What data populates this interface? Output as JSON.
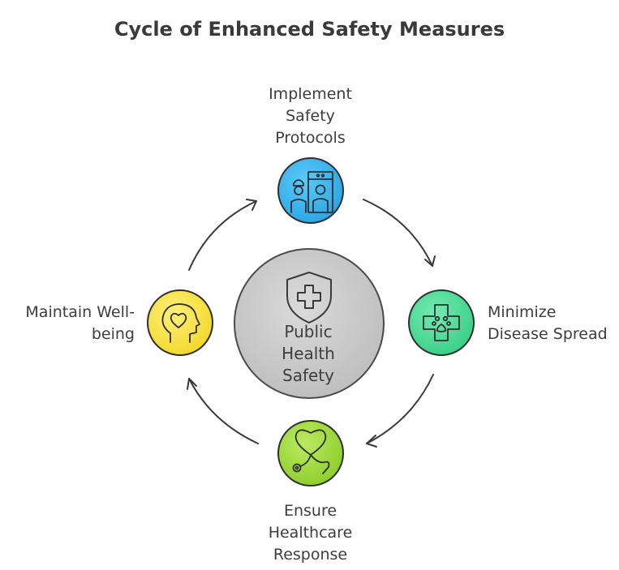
{
  "title": "Cycle of Enhanced Safety Measures",
  "center": {
    "lines": [
      "Public",
      "Health",
      "Safety"
    ],
    "icon": "shield-cross-icon"
  },
  "nodes": [
    {
      "id": "implement",
      "lines": [
        "Implement",
        "Safety",
        "Protocols"
      ],
      "icon": "security-checkpoint-icon",
      "color": "#3fb5ee"
    },
    {
      "id": "minimize",
      "lines": [
        "Minimize",
        "Disease Spread"
      ],
      "icon": "medical-cross-paw-icon",
      "color": "#4fdc98"
    },
    {
      "id": "ensure",
      "lines": [
        "Ensure",
        "Healthcare",
        "Response"
      ],
      "icon": "heart-stethoscope-icon",
      "color": "#a4dd42"
    },
    {
      "id": "maintain",
      "lines": [
        "Maintain Well-",
        "being"
      ],
      "icon": "head-heart-icon",
      "color": "#f8e445"
    }
  ],
  "colors": {
    "center_fill": "#c9c9c9",
    "center_stroke": "#4a4a4a",
    "arrow": "#3a3a3a",
    "node_stroke": "#2f2f2f"
  }
}
